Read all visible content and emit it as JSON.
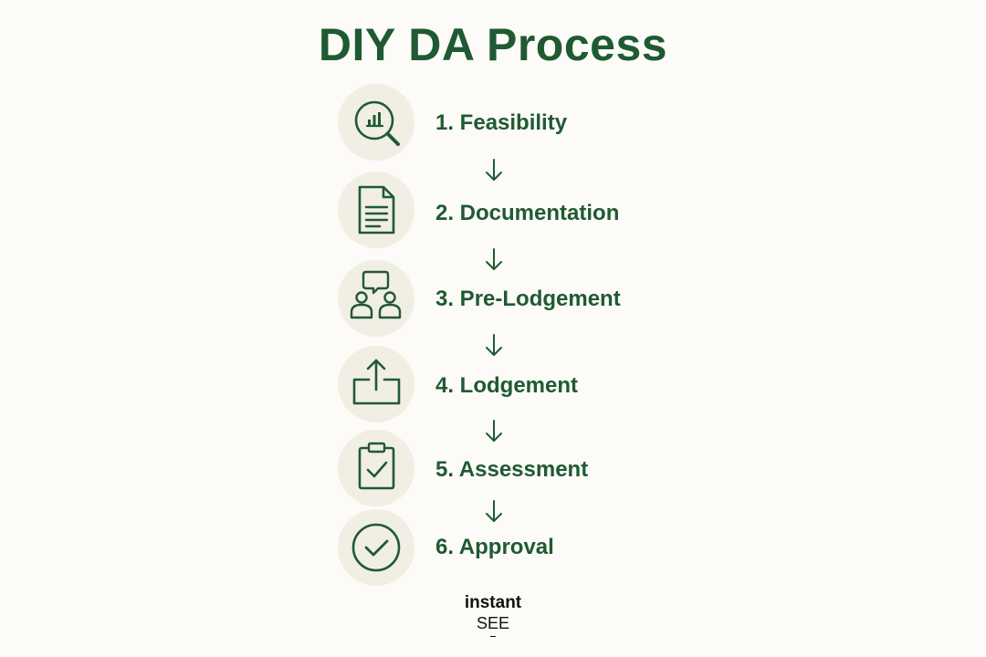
{
  "title": "DIY DA Process",
  "colors": {
    "accent": "#1f5a32",
    "icon_circle": "#f1eee3",
    "background": "#fcfbf7"
  },
  "steps": [
    {
      "label": "1. Feasibility",
      "icon": "magnifier-chart-icon"
    },
    {
      "label": "2. Documentation",
      "icon": "document-icon"
    },
    {
      "label": "3. Pre-Lodgement",
      "icon": "people-discussion-icon"
    },
    {
      "label": "4. Lodgement",
      "icon": "upload-tray-icon"
    },
    {
      "label": "5. Assessment",
      "icon": "clipboard-check-icon"
    },
    {
      "label": "6. Approval",
      "icon": "check-circle-icon"
    }
  ],
  "brand": {
    "line1": "instant",
    "line2": "SEE"
  }
}
